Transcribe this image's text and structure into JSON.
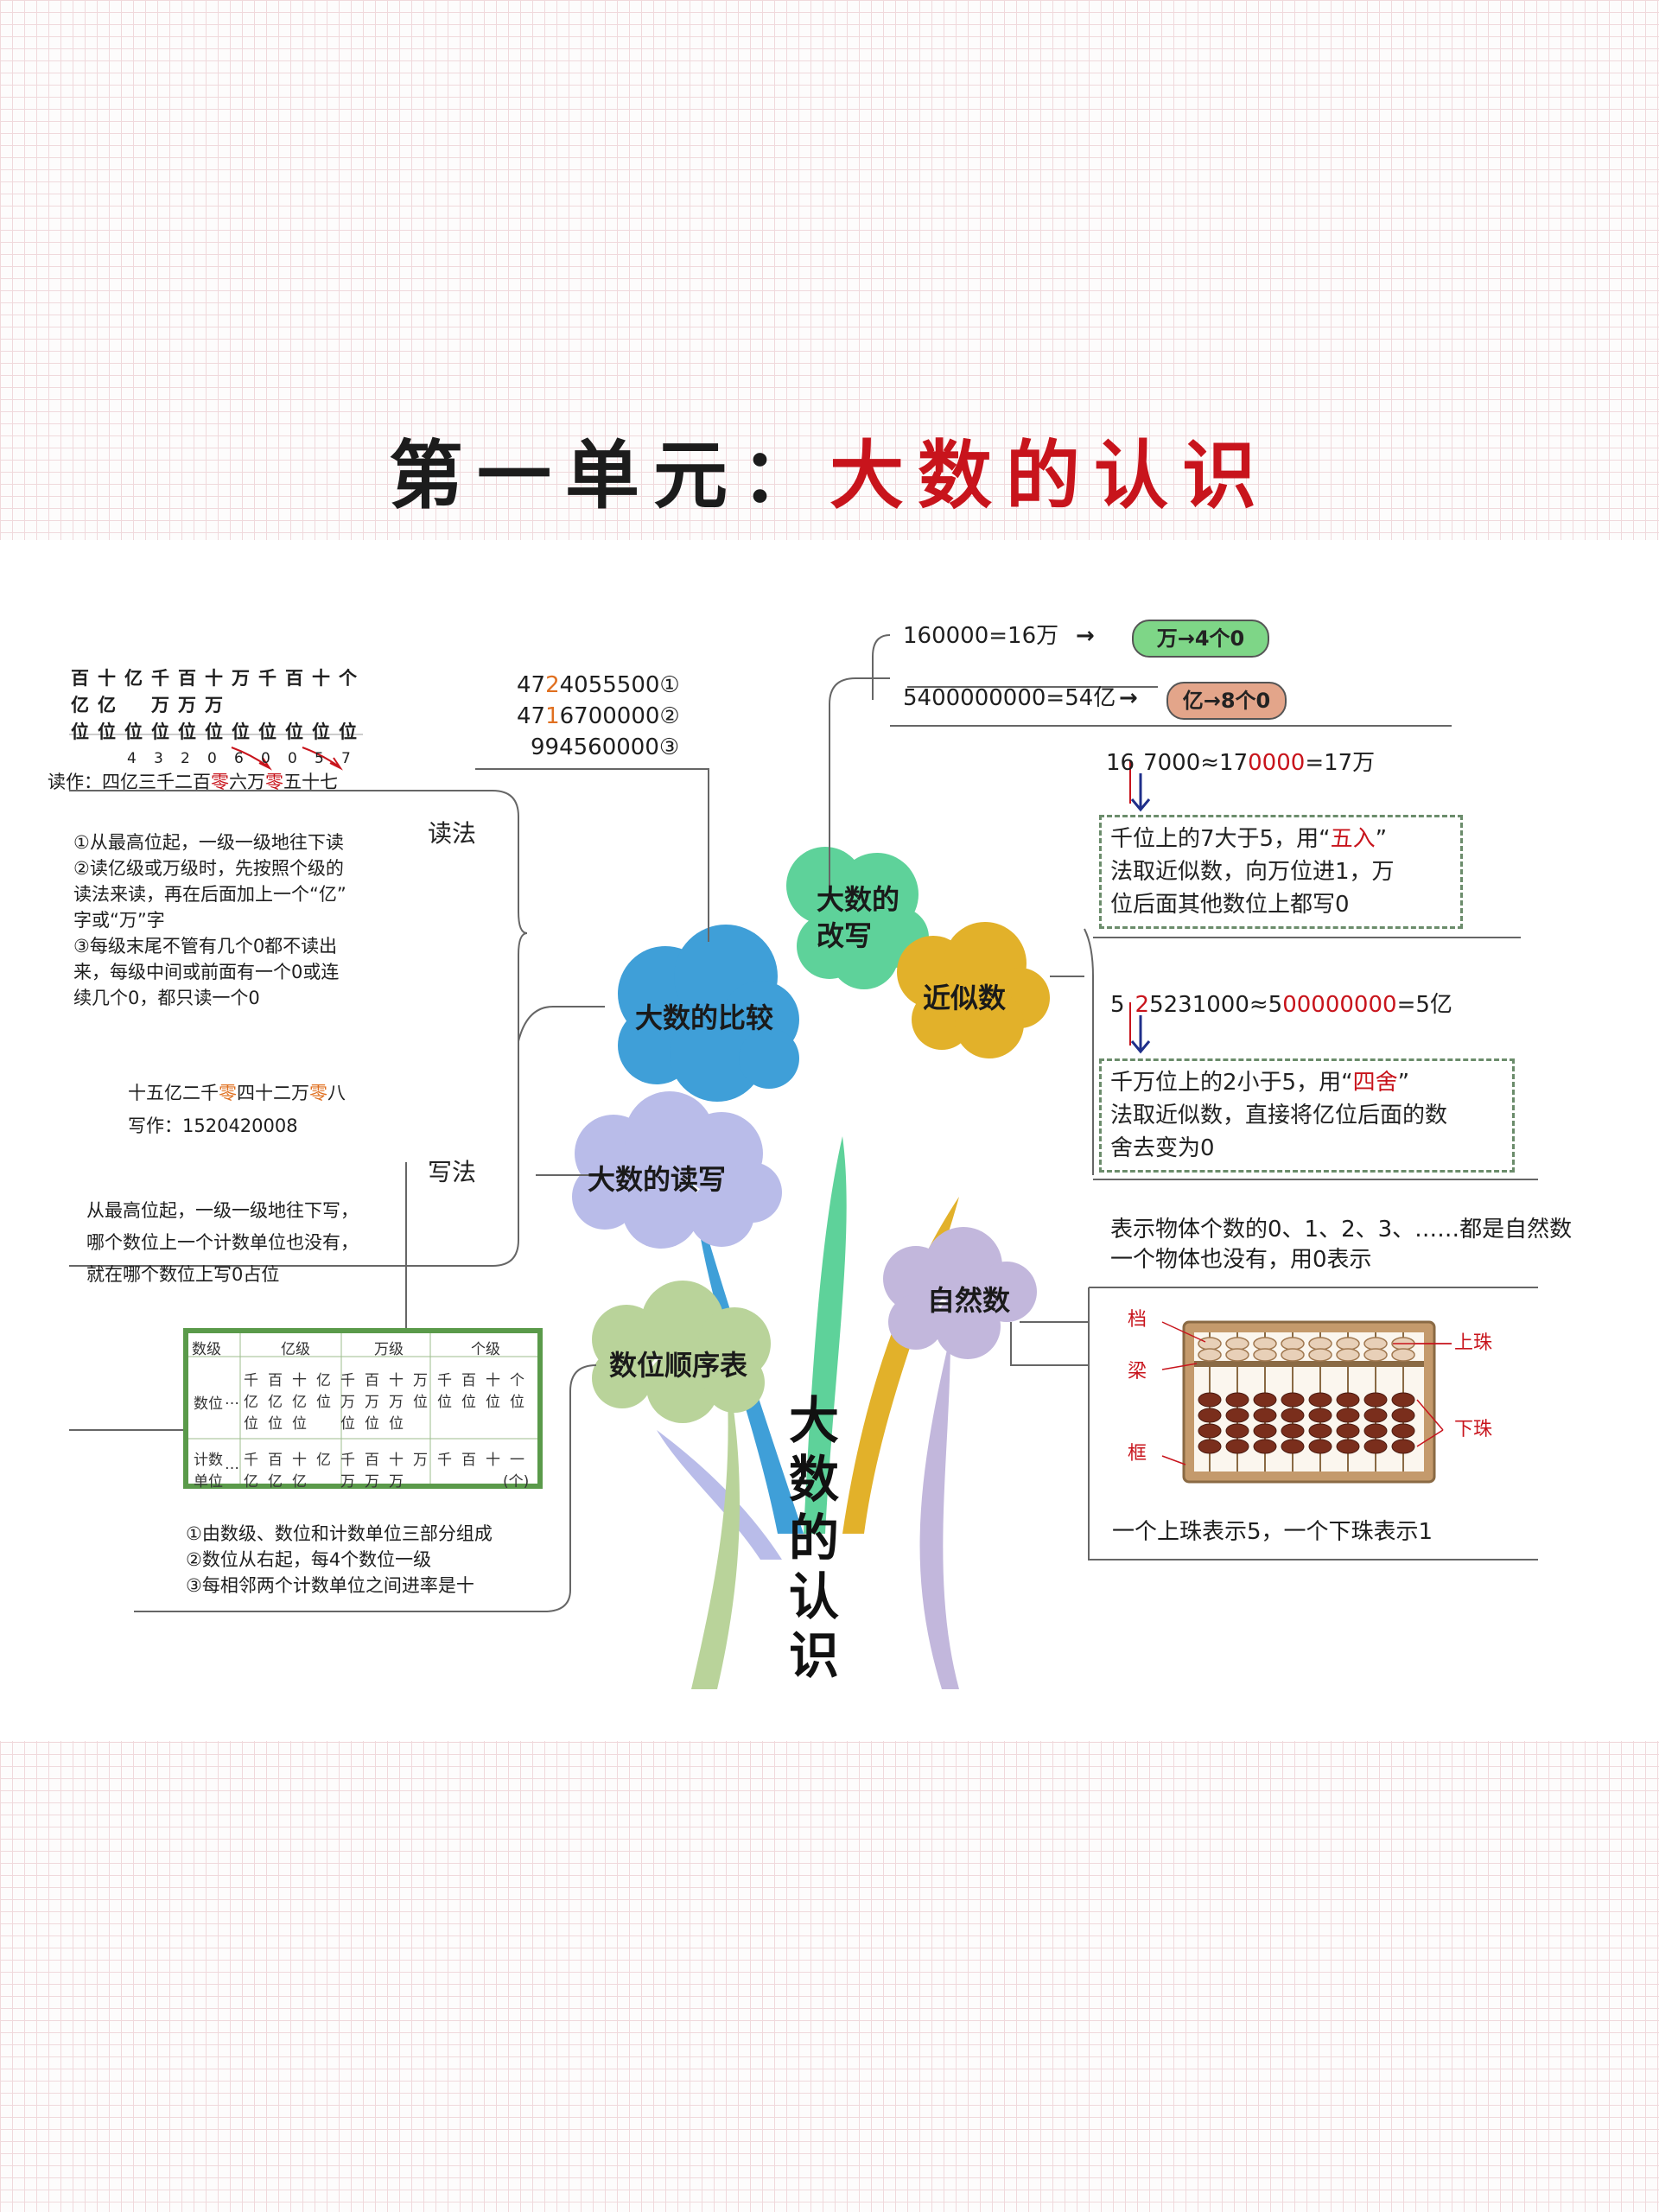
{
  "title": {
    "part1": "第一单元：",
    "part2": "大数的认识"
  },
  "center_title": "大数的认识",
  "clouds": {
    "compare": "大数的比较",
    "rewrite_line1": "大数的",
    "rewrite_line2": "改写",
    "approx": "近似数",
    "readwrite": "大数的读写",
    "natural": "自然数",
    "place_order": "数位顺序表"
  },
  "colors": {
    "compare": "#3f9fd8",
    "rewrite": "#5ed29a",
    "approx": "#e2b12a",
    "readwrite": "#b9bce9",
    "natural": "#c2b7dc",
    "place_order": "#b9d39a"
  },
  "compare": {
    "n1_a": "47",
    "n1_b": "2",
    "n1_c": "4055500①",
    "n2_a": "47",
    "n2_b": "1",
    "n2_c": "6700000②",
    "n3": "994560000③"
  },
  "reading": {
    "place_header_row1": [
      "百",
      "十",
      "亿",
      "千",
      "百",
      "十",
      "万",
      "千",
      "百",
      "十",
      "个"
    ],
    "place_header_row2": [
      "亿",
      "亿",
      "",
      "万",
      "万",
      "万",
      "",
      "",
      "",
      "",
      ""
    ],
    "place_header_row3": [
      "位",
      "位",
      "位",
      "位",
      "位",
      "位",
      "位",
      "位",
      "位",
      "位",
      "位"
    ],
    "digits": [
      "4",
      "3",
      "2",
      "0",
      "6",
      "0",
      "0",
      "5",
      "7"
    ],
    "read_as_prefix": "读作：四亿三千二百",
    "read_as_ling1": "零",
    "read_as_mid": "六万",
    "read_as_ling2": "零",
    "read_as_end": "五十七",
    "label": "读法",
    "rules": [
      "①从最高位起，一级一级地往下读",
      "②读亿级或万级时，先按照个级的",
      "读法来读，再在后面加上一个“亿”",
      "字或“万”字",
      "③每级末尾不管有几个0都不读出",
      "来，每级中间或前面有一个0或连",
      "续几个0，都只读一个0"
    ]
  },
  "writing": {
    "example_a": "十五亿二千",
    "example_ling1": "零",
    "example_b": "四十二万",
    "example_ling2": "零",
    "example_c": "八",
    "write_as": "写作：1520420008",
    "label": "写法",
    "rules": [
      "从最高位起，一级一级地往下写，",
      "哪个数位上一个计数单位也没有，",
      "就在哪个数位上写0占位"
    ]
  },
  "rewrite": {
    "eq1": "160000=16万",
    "arrow": "→",
    "pill1": "万→4个0",
    "eq2": "5400000000=54亿",
    "pill2": "亿→8个0"
  },
  "approx": {
    "eq1_a": "16",
    "eq1_b": "7000≈17",
    "eq1_c": "0000",
    "eq1_d": "=17万",
    "box1_lines_a": "千位上的7大于5，用“",
    "box1_word": "五入",
    "box1_lines_b": "”",
    "box1_line2": "法取近似数，向万位进1，万",
    "box1_line3": "位后面其他数位上都写0",
    "eq2_a": "5",
    "eq2_b": "2",
    "eq2_c": "5231000≈5",
    "eq2_d": "00000000",
    "eq2_e": "=5亿",
    "box2_line1_a": "千万位上的2小于5，用“",
    "box2_word": "四舍",
    "box2_line1_b": "”",
    "box2_line2": "法取近似数，直接将亿位后面的数",
    "box2_line3": "舍去变为0"
  },
  "natural": {
    "def1": "表示物体个数的0、1、2、3、……都是自然数",
    "def2": "一个物体也没有，用0表示",
    "abacus_labels": {
      "dang": "档",
      "liang": "梁",
      "kuang": "框",
      "upper": "上珠",
      "lower": "下珠"
    },
    "note": "一个上珠表示5，一个下珠表示1"
  },
  "place_table": {
    "level_header": "数级",
    "levels": [
      "亿级",
      "万级",
      "个级"
    ],
    "row_place": "数位",
    "row_unit_1": "计数",
    "row_unit_2": "单位",
    "ellipsis": "…",
    "place_cols": [
      [
        "千",
        "亿",
        "位"
      ],
      [
        "百",
        "亿",
        "位"
      ],
      [
        "十",
        "亿",
        "位"
      ],
      [
        "亿",
        "位",
        ""
      ],
      [
        "千",
        "万",
        "位"
      ],
      [
        "百",
        "万",
        "位"
      ],
      [
        "十",
        "万",
        "位"
      ],
      [
        "万",
        "位",
        ""
      ],
      [
        "千",
        "位",
        ""
      ],
      [
        "百",
        "位",
        ""
      ],
      [
        "十",
        "位",
        ""
      ],
      [
        "个",
        "位",
        ""
      ]
    ],
    "unit_cols": [
      [
        "千",
        "亿"
      ],
      [
        "百",
        "亿"
      ],
      [
        "十",
        "亿"
      ],
      [
        "亿",
        ""
      ],
      [
        "千",
        "万"
      ],
      [
        "百",
        "万"
      ],
      [
        "十",
        "万"
      ],
      [
        "万",
        ""
      ],
      [
        "千",
        ""
      ],
      [
        "百",
        ""
      ],
      [
        "十",
        ""
      ],
      [
        "一",
        "(个)"
      ]
    ],
    "rules": [
      "①由数级、数位和计数单位三部分组成",
      "②数位从右起，每4个数位一级",
      "③每相邻两个计数单位之间进率是十"
    ]
  }
}
